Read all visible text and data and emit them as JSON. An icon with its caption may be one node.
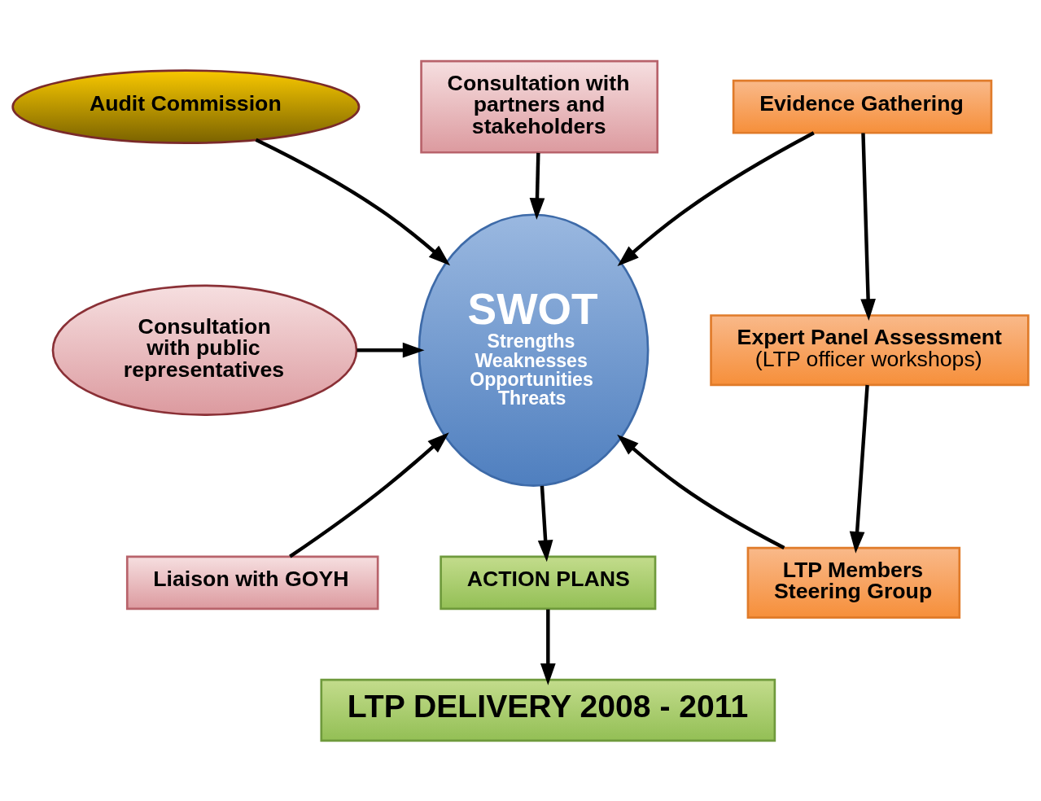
{
  "diagram": {
    "nodes": [
      {
        "text": [
          "Audit Commission"
        ]
      },
      {
        "text": [
          "Evidence Gathering"
        ]
      },
      {
        "text": [
          "Expert Panel Assessment",
          "(LTP officer workshops)"
        ]
      },
      {
        "text": [
          "LTP Members Steering Group"
        ]
      },
      {
        "text": [
          "SWOT",
          "Strengths",
          "Weaknesses",
          "Opportunities",
          "Threats"
        ]
      },
      {
        "text": [
          "Consultation with partners and stakeholders"
        ]
      },
      {
        "text": [
          "Consultation with public representatives"
        ]
      },
      {
        "text": [
          "Liaison with GOYH"
        ]
      },
      {
        "text": [
          "ACTION PLANS"
        ]
      },
      {
        "text": [
          "LTP DELIVERY 2008 - 2011"
        ]
      }
    ],
    "edges": [
      {
        "from": 0,
        "to": 4,
        "arrow": "to"
      },
      {
        "from": 1,
        "to": 2,
        "arrow": "to"
      },
      {
        "from": 2,
        "to": 3,
        "arrow": "to"
      },
      {
        "from": 1,
        "to": 4,
        "arrow": "to"
      },
      {
        "from": 3,
        "to": 4,
        "arrow": "to"
      },
      {
        "from": 5,
        "to": 4,
        "arrow": "to"
      },
      {
        "from": 6,
        "to": 4,
        "arrow": "to"
      },
      {
        "from": 7,
        "to": 4,
        "arrow": "to"
      },
      {
        "from": 4,
        "to": 8,
        "arrow": "to"
      },
      {
        "from": 8,
        "to": 9,
        "arrow": "to"
      }
    ]
  }
}
